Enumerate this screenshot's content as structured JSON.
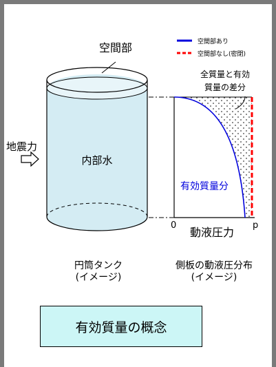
{
  "legend": {
    "with_space": "空間部あり",
    "without_space": "空間部なし(密閉)"
  },
  "labels": {
    "space": "空間部",
    "seismic_force": "地震力",
    "internal_water": "内部水",
    "difference_l1": "全質量と有効",
    "difference_l2": "質量の差分",
    "effective_mass": "有効質量分",
    "origin": "0",
    "axis_label": "動液圧力",
    "axis_end": "p"
  },
  "captions": {
    "tank_l1": "円筒タンク",
    "tank_l2": "(イメージ)",
    "dist_l1": "側板の動液圧分布",
    "dist_l2": "(イメージ)"
  },
  "title": "有効質量の概念",
  "colors": {
    "blue_curve": "#0000dd",
    "red_line": "#ff0000",
    "water": "#d4ecf3",
    "title_bg": "#ccf6f6"
  }
}
